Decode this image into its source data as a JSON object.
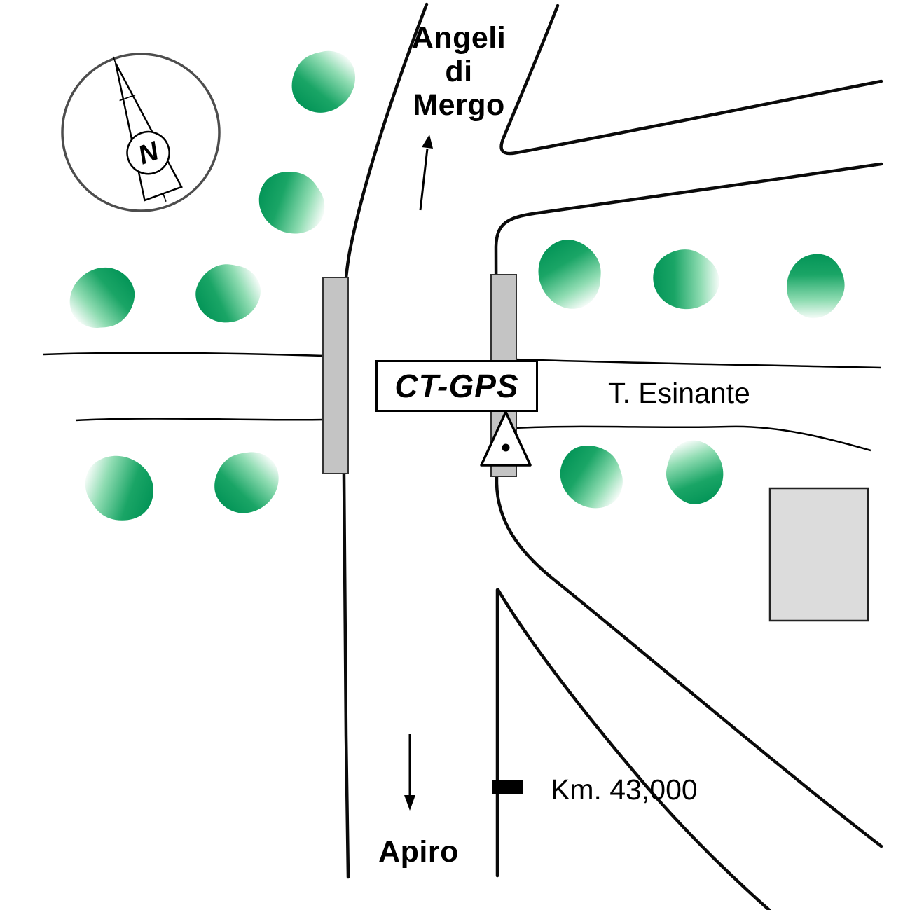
{
  "labels": {
    "north_destination_line1": "Angeli",
    "north_destination_line2": "di",
    "north_destination_line3": "Mergo",
    "south_destination": "Apiro",
    "station_box": "CT-GPS",
    "river_name": "T. Esinante",
    "km_marker": "Km. 43,000",
    "compass_north": "N"
  },
  "symbols": {
    "station_marker": "triangle-with-dot",
    "compass": "north-needle",
    "trees_count": 11,
    "bridges_count": 2
  },
  "colors": {
    "tree_dark_green": "#009957",
    "tree_mid_green": "#34b67a",
    "tree_highlight": "#ffffff",
    "bridge_gray": "#c4c4c4",
    "building_gray": "#dcdcdc",
    "line_black": "#000000",
    "compass_ring_gray": "#4d4d4d"
  }
}
